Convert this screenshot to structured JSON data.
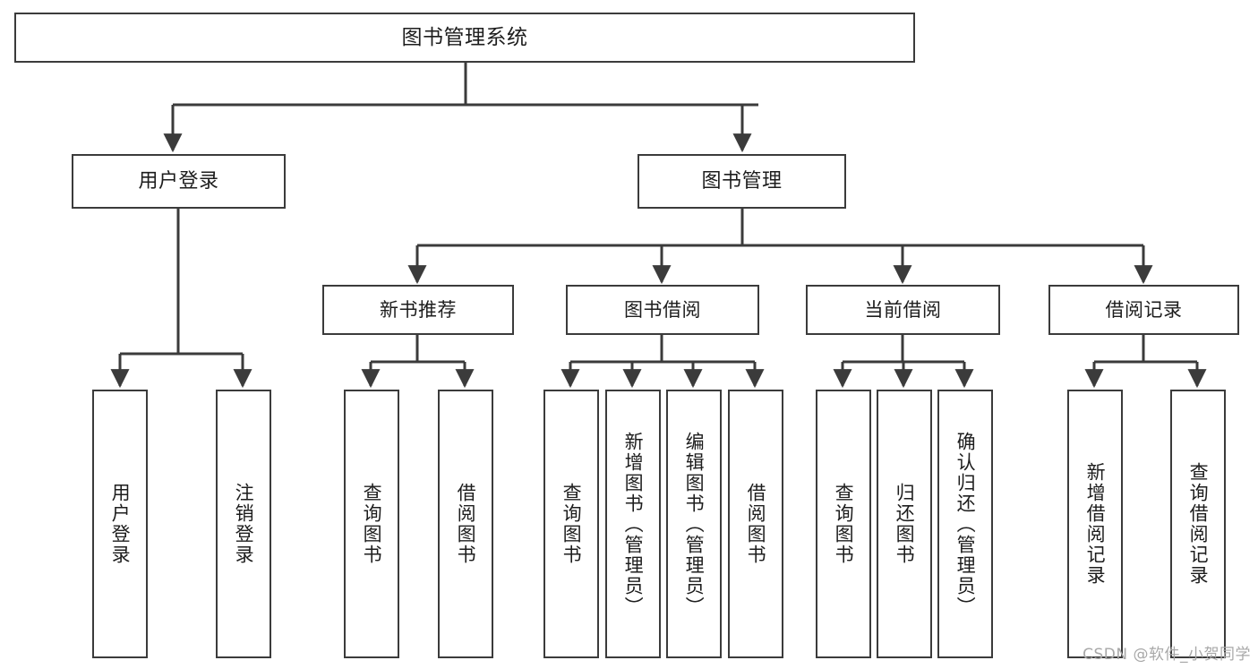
{
  "diagram": {
    "title": "图书管理系统",
    "watermark": "CSDN @软件_小贺同学",
    "stroke_color": "#3b3b3b",
    "background_color": "#ffffff",
    "text_color": "#1d1d1d"
  },
  "nodes": {
    "root": {
      "label": "图书管理系统"
    },
    "level1": [
      {
        "id": "user-login",
        "label": "用户登录"
      },
      {
        "id": "book-management",
        "label": "图书管理"
      }
    ],
    "level2": [
      {
        "id": "new-book-recommend",
        "label": "新书推荐"
      },
      {
        "id": "book-borrow",
        "label": "图书借阅"
      },
      {
        "id": "current-borrow",
        "label": "当前借阅"
      },
      {
        "id": "borrow-record",
        "label": "借阅记录"
      }
    ],
    "leaves": {
      "user_login": [
        {
          "id": "leaf-user-login",
          "label": "用户登录"
        },
        {
          "id": "leaf-logout-login",
          "label": "注销登录"
        }
      ],
      "new_book_recommend": [
        {
          "id": "leaf-query-book-1",
          "label": "查询图书"
        },
        {
          "id": "leaf-borrow-book-1",
          "label": "借阅图书"
        }
      ],
      "book_borrow": [
        {
          "id": "leaf-query-book-2",
          "label": "查询图书"
        },
        {
          "id": "leaf-add-book",
          "label": "新增图书（管理员）"
        },
        {
          "id": "leaf-edit-book",
          "label": "编辑图书（管理员）"
        },
        {
          "id": "leaf-borrow-book-2",
          "label": "借阅图书"
        }
      ],
      "current_borrow": [
        {
          "id": "leaf-query-book-3",
          "label": "查询图书"
        },
        {
          "id": "leaf-return-book",
          "label": "归还图书"
        },
        {
          "id": "leaf-confirm-return",
          "label": "确认归还（管理员）"
        }
      ],
      "borrow_record": [
        {
          "id": "leaf-add-record",
          "label": "新增借阅记录"
        },
        {
          "id": "leaf-query-record",
          "label": "查询借阅记录"
        }
      ]
    }
  }
}
